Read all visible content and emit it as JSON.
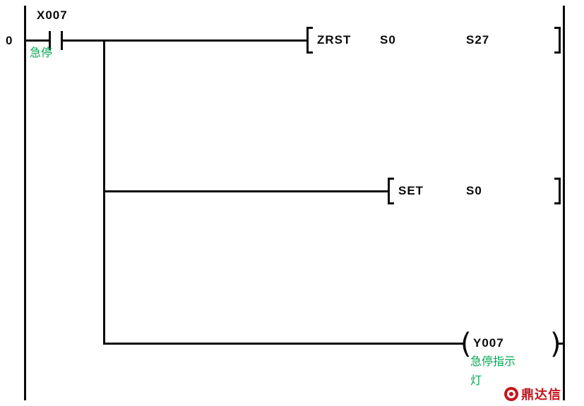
{
  "ladder": {
    "rung_number": "0",
    "contact": {
      "label": "X007",
      "comment": "急停"
    },
    "zrst": {
      "opcode": "ZRST",
      "operand1": "S0",
      "operand2": "S27"
    },
    "set": {
      "opcode": "SET",
      "operand1": "S0"
    },
    "coil": {
      "paren_open": "(",
      "label": "Y007",
      "paren_close": ")",
      "comment_line1": "急停指示",
      "comment_line2": "灯"
    }
  },
  "watermark": {
    "brand": "鼎达信"
  },
  "colors": {
    "wire": "#0a0a0a",
    "comment_green": "#00a651",
    "watermark_red": "#c4161c",
    "background": "#ffffff"
  }
}
